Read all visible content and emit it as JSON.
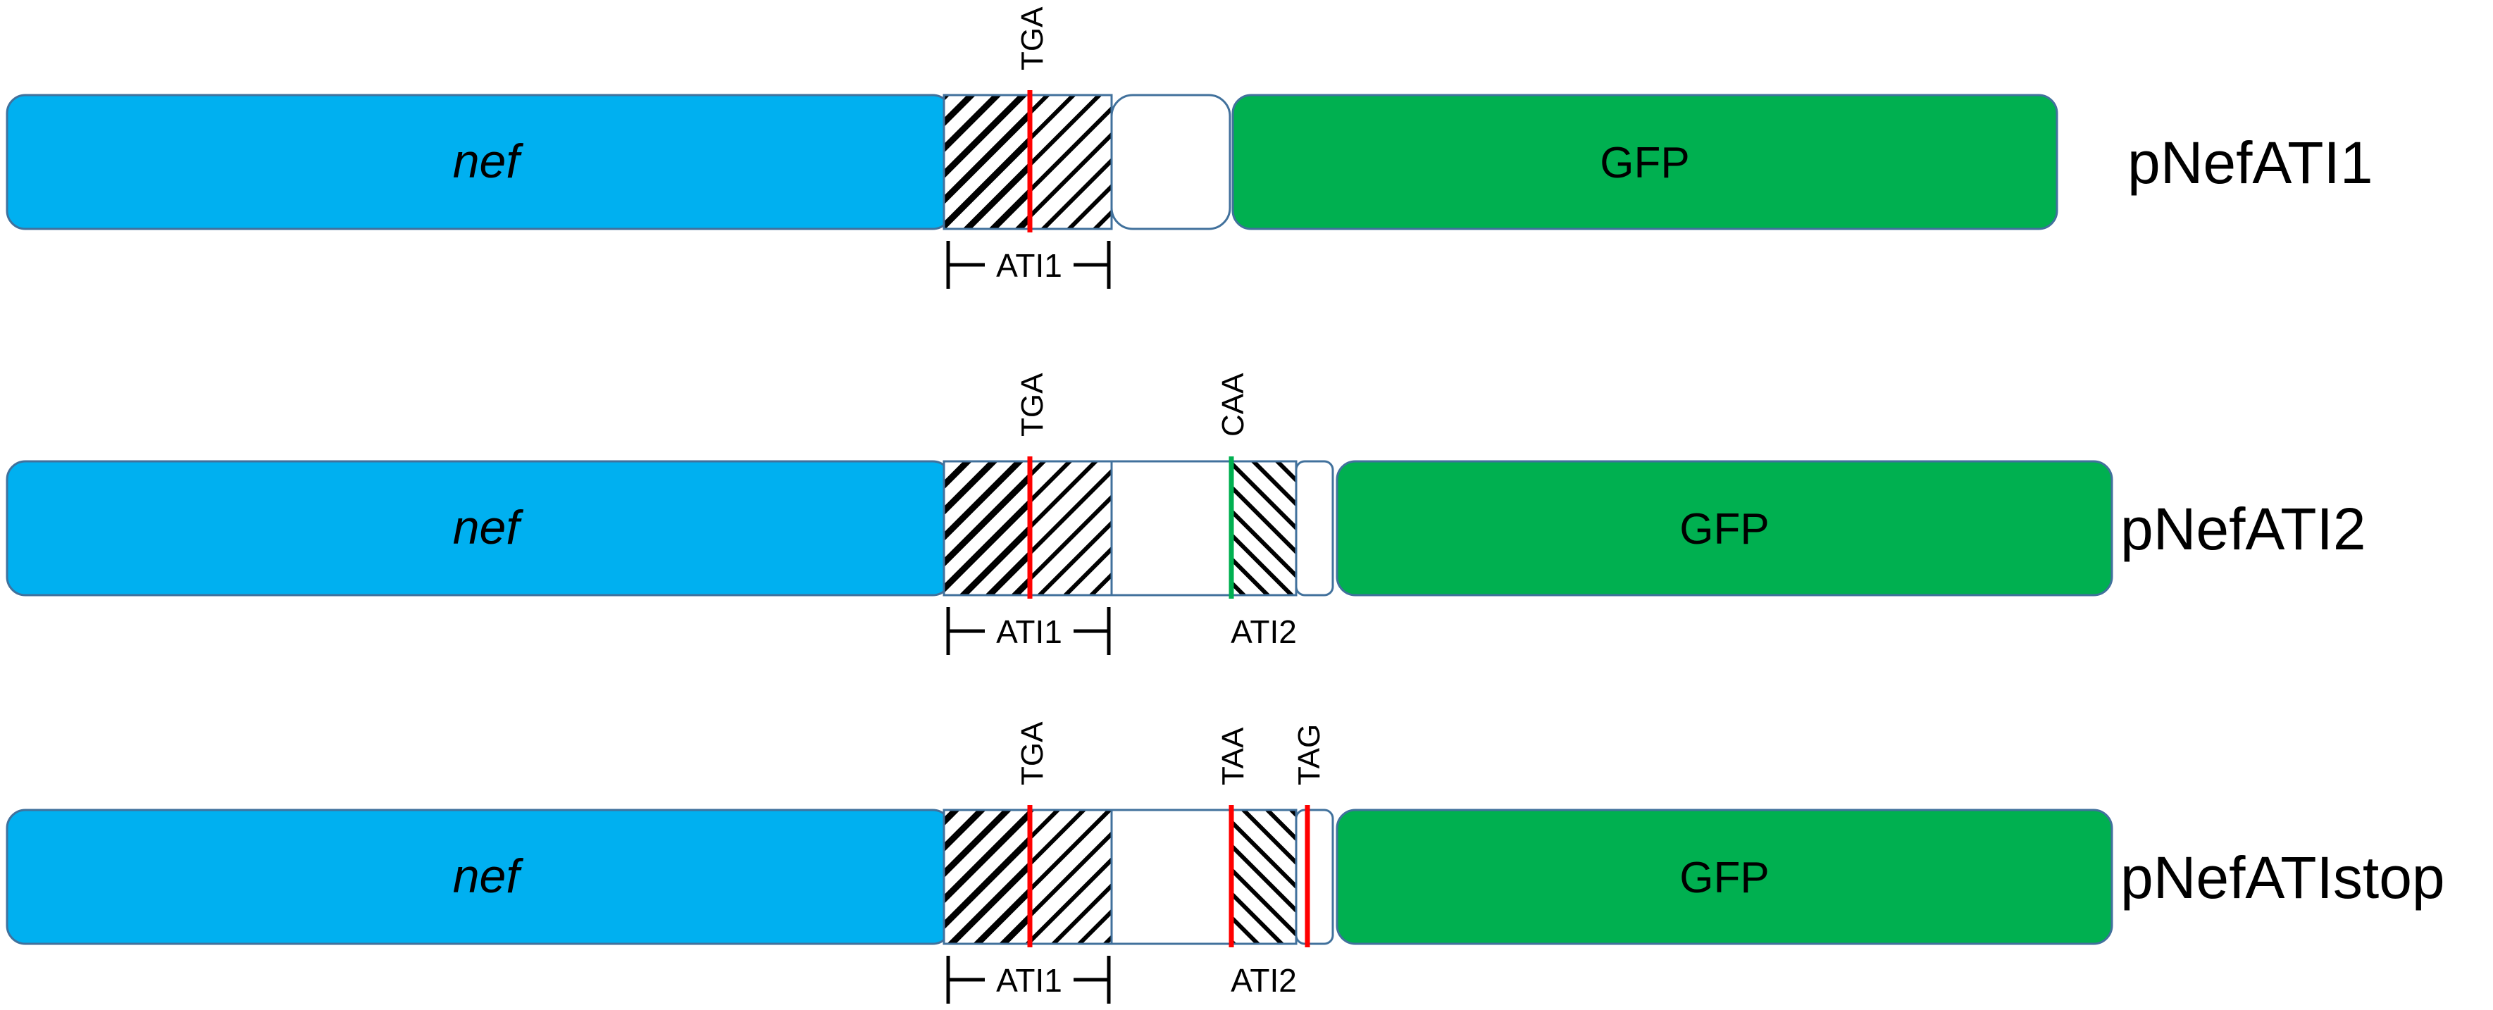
{
  "colors": {
    "nef": "#00b0f0",
    "gfp": "#00b050",
    "outline": "#41719c",
    "stop_codon": "#ff0000",
    "mutated_codon": "#00b050",
    "hatch": "#000000"
  },
  "constructs": [
    {
      "name": "pNefATI1",
      "nef_label": "nef",
      "gfp_label": "GFP",
      "codons": [
        {
          "text": "TGA"
        }
      ],
      "regions": [
        {
          "text": "ATI1"
        }
      ]
    },
    {
      "name": "pNefATI2",
      "nef_label": "nef",
      "gfp_label": "GFP",
      "codons": [
        {
          "text": "TGA"
        },
        {
          "text": "CAA"
        }
      ],
      "regions": [
        {
          "text": "ATI1"
        },
        {
          "text": "ATI2"
        }
      ]
    },
    {
      "name": "pNefATIstop",
      "nef_label": "nef",
      "gfp_label": "GFP",
      "codons": [
        {
          "text": "TGA"
        },
        {
          "text": "TAA"
        },
        {
          "text": "TAG"
        }
      ],
      "regions": [
        {
          "text": "ATI1"
        },
        {
          "text": "ATI2"
        }
      ]
    }
  ]
}
